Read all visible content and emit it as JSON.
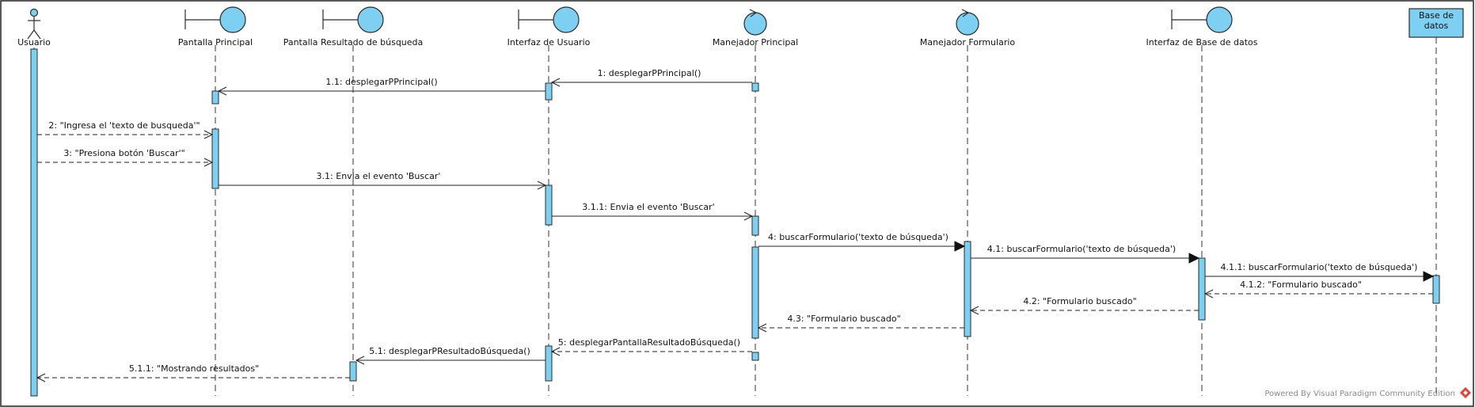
{
  "lifelines": [
    {
      "id": "usuario",
      "kind": "actor",
      "name": "Usuario"
    },
    {
      "id": "pantalla_principal",
      "kind": "boundary",
      "name": "Pantalla Principal"
    },
    {
      "id": "pantalla_resultado",
      "kind": "boundary",
      "name": "Pantalla Resultado de búsqueda"
    },
    {
      "id": "interfaz_usuario",
      "kind": "boundary",
      "name": "Interfaz de Usuario"
    },
    {
      "id": "manejador_principal",
      "kind": "control",
      "name": "Manejador Principal"
    },
    {
      "id": "manejador_formulario",
      "kind": "control",
      "name": "Manejador Formulario"
    },
    {
      "id": "interfaz_bd",
      "kind": "boundary",
      "name": "Interfaz de Base de datos"
    },
    {
      "id": "base_datos",
      "kind": "entity",
      "name": "Base de datos",
      "name_lines": [
        "Base de",
        "datos"
      ]
    }
  ],
  "messages": [
    {
      "id": "m1",
      "label": "1: desplegarPPrincipal()",
      "from": "manejador_principal",
      "to": "interfaz_usuario",
      "style": "async"
    },
    {
      "id": "m1_1",
      "label": "1.1: desplegarPPrincipal()",
      "from": "interfaz_usuario",
      "to": "pantalla_principal",
      "style": "async"
    },
    {
      "id": "m2",
      "label": "2: \"Ingresa el 'texto de busqueda'\"",
      "from": "usuario",
      "to": "pantalla_principal",
      "style": "dashed"
    },
    {
      "id": "m3",
      "label": "3: \"Presiona botón 'Buscar'\"",
      "from": "usuario",
      "to": "pantalla_principal",
      "style": "dashed"
    },
    {
      "id": "m3_1",
      "label": "3.1: Envia el evento 'Buscar'",
      "from": "pantalla_principal",
      "to": "interfaz_usuario",
      "style": "async"
    },
    {
      "id": "m3_1_1",
      "label": "3.1.1: Envia el evento 'Buscar'",
      "from": "interfaz_usuario",
      "to": "manejador_principal",
      "style": "async"
    },
    {
      "id": "m4",
      "label": "4: buscarFormulario('texto de búsqueda')",
      "from": "manejador_principal",
      "to": "manejador_formulario",
      "style": "sync"
    },
    {
      "id": "m4_1",
      "label": "4.1: buscarFormulario('texto de búsqueda')",
      "from": "manejador_formulario",
      "to": "interfaz_bd",
      "style": "sync"
    },
    {
      "id": "m4_1_1",
      "label": "4.1.1: buscarFormulario('texto de búsqueda')",
      "from": "interfaz_bd",
      "to": "base_datos",
      "style": "sync"
    },
    {
      "id": "m4_1_2",
      "label": "4.1.2: \"Formulario buscado\"",
      "from": "base_datos",
      "to": "interfaz_bd",
      "style": "return"
    },
    {
      "id": "m4_2",
      "label": "4.2: \"Formulario buscado\"",
      "from": "interfaz_bd",
      "to": "manejador_formulario",
      "style": "return"
    },
    {
      "id": "m4_3",
      "label": "4.3: \"Formulario buscado\"",
      "from": "manejador_formulario",
      "to": "manejador_principal",
      "style": "return"
    },
    {
      "id": "m5",
      "label": "5: desplegarPantallaResultadoBúsqueda()",
      "from": "manejador_principal",
      "to": "interfaz_usuario",
      "style": "return"
    },
    {
      "id": "m5_1",
      "label": "5.1: desplegarPResultadoBúsqueda()",
      "from": "interfaz_usuario",
      "to": "pantalla_resultado",
      "style": "async"
    },
    {
      "id": "m5_1_1",
      "label": "5.1.1: \"Mostrando resultados\"",
      "from": "pantalla_resultado",
      "to": "usuario",
      "style": "return"
    }
  ],
  "watermark": "Powered By Visual Paradigm Community Edition",
  "colors": {
    "fill": "#7ed0f2",
    "stroke": "#2a2a2a",
    "watermark_logo": "#e0453a"
  }
}
